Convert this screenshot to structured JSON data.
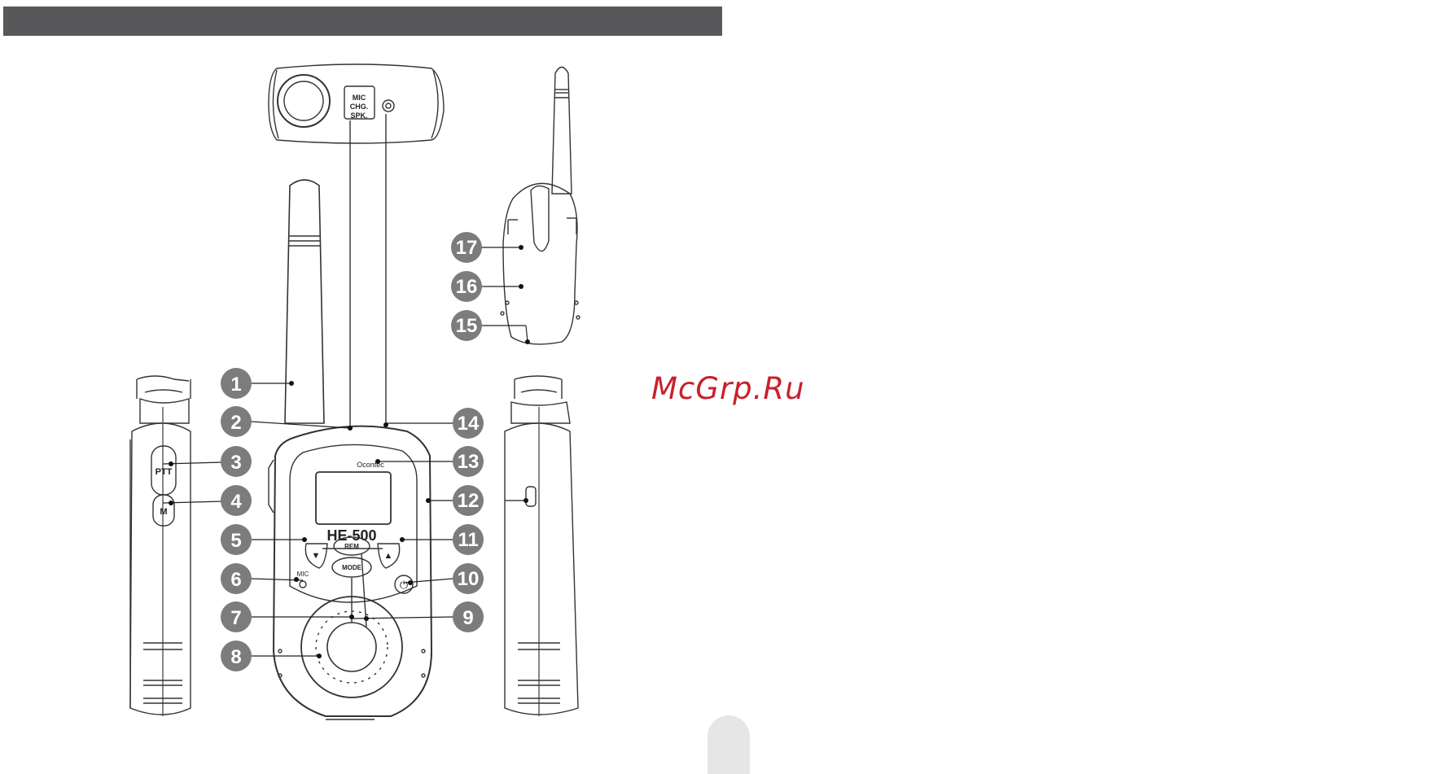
{
  "header": {
    "color": "#58585a"
  },
  "watermark": {
    "text": "McGrp.Ru",
    "color": "#c8202a"
  },
  "device": {
    "brand": "Ocontec",
    "model": "HE-500",
    "top_jack_label": [
      "MIC",
      "CHG.",
      "SPK."
    ],
    "mic_label": "MIC",
    "buttons": {
      "ptt": "PTT",
      "m": "M",
      "rem": "REM",
      "mode": "MODE",
      "down": "▼",
      "up": "▲",
      "power": "⏻"
    }
  },
  "callouts": [
    "1",
    "2",
    "3",
    "4",
    "5",
    "6",
    "7",
    "8",
    "9",
    "10",
    "11",
    "12",
    "13",
    "14",
    "15",
    "16",
    "17"
  ],
  "callout_color": "#7c7c7e",
  "page_tab": {
    "color": "#e6e6e6"
  }
}
